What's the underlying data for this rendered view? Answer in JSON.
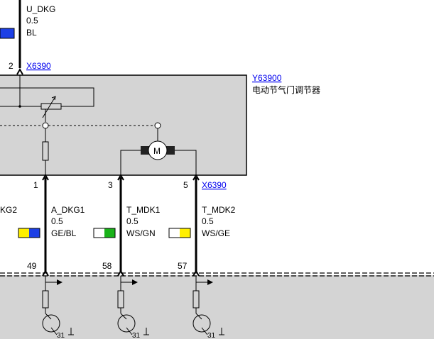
{
  "colors": {
    "module_fill": "#d4d4d4",
    "ground_fill": "#d4d4d4",
    "wire": "#000000",
    "link": "#0000ee",
    "blue": "#1c3fe6",
    "yellow": "#ffef00",
    "green": "#19b219",
    "white": "#ffffff"
  },
  "top_wire": {
    "signal": "U_DKG",
    "size": "0.5",
    "color_code": "BL",
    "pin": "2",
    "connector": "X6390"
  },
  "module": {
    "id": "Y63900",
    "name": "电动节气门调节器"
  },
  "pins": [
    {
      "pin": "1",
      "signal": "A_DKG1",
      "size": "0.5",
      "color_code": "GE/BL",
      "bottom_pin": "49"
    },
    {
      "pin": "3",
      "signal": "T_MDK1",
      "size": "0.5",
      "color_code": "WS/GN",
      "bottom_pin": "58"
    },
    {
      "pin": "5",
      "signal": "T_MDK2",
      "size": "0.5",
      "color_code": "WS/GE",
      "bottom_pin": "57",
      "connector": "X6390"
    }
  ],
  "left_cut_signal": "KG2",
  "motor_label": "M",
  "ground_label": "31"
}
